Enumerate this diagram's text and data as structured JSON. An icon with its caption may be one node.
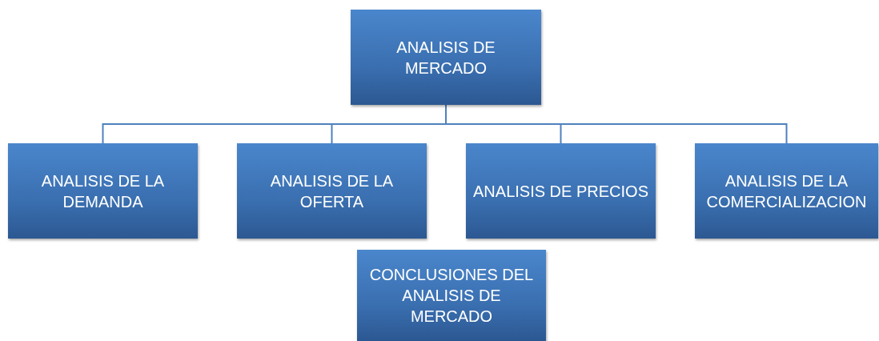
{
  "diagram": {
    "nodes": [
      {
        "text": [
          "ANALISIS DE MERCADO"
        ]
      },
      {
        "text": [
          "ANALISIS DE LA DEMANDA"
        ]
      },
      {
        "text": [
          "ANALISIS DE LA OFERTA"
        ]
      },
      {
        "text": [
          "ANALISIS DE PRECIOS"
        ]
      },
      {
        "text": [
          "ANALISIS DE LA COMERCIALIZACION"
        ]
      },
      {
        "text": [
          "CONCLUSIONES DEL ANALISIS DE MERCADO"
        ]
      }
    ],
    "edges": [
      {
        "from": 0,
        "to": 1,
        "arrow": "none"
      },
      {
        "from": 0,
        "to": 2,
        "arrow": "none"
      },
      {
        "from": 0,
        "to": 3,
        "arrow": "none"
      },
      {
        "from": 0,
        "to": 4,
        "arrow": "none"
      }
    ]
  }
}
